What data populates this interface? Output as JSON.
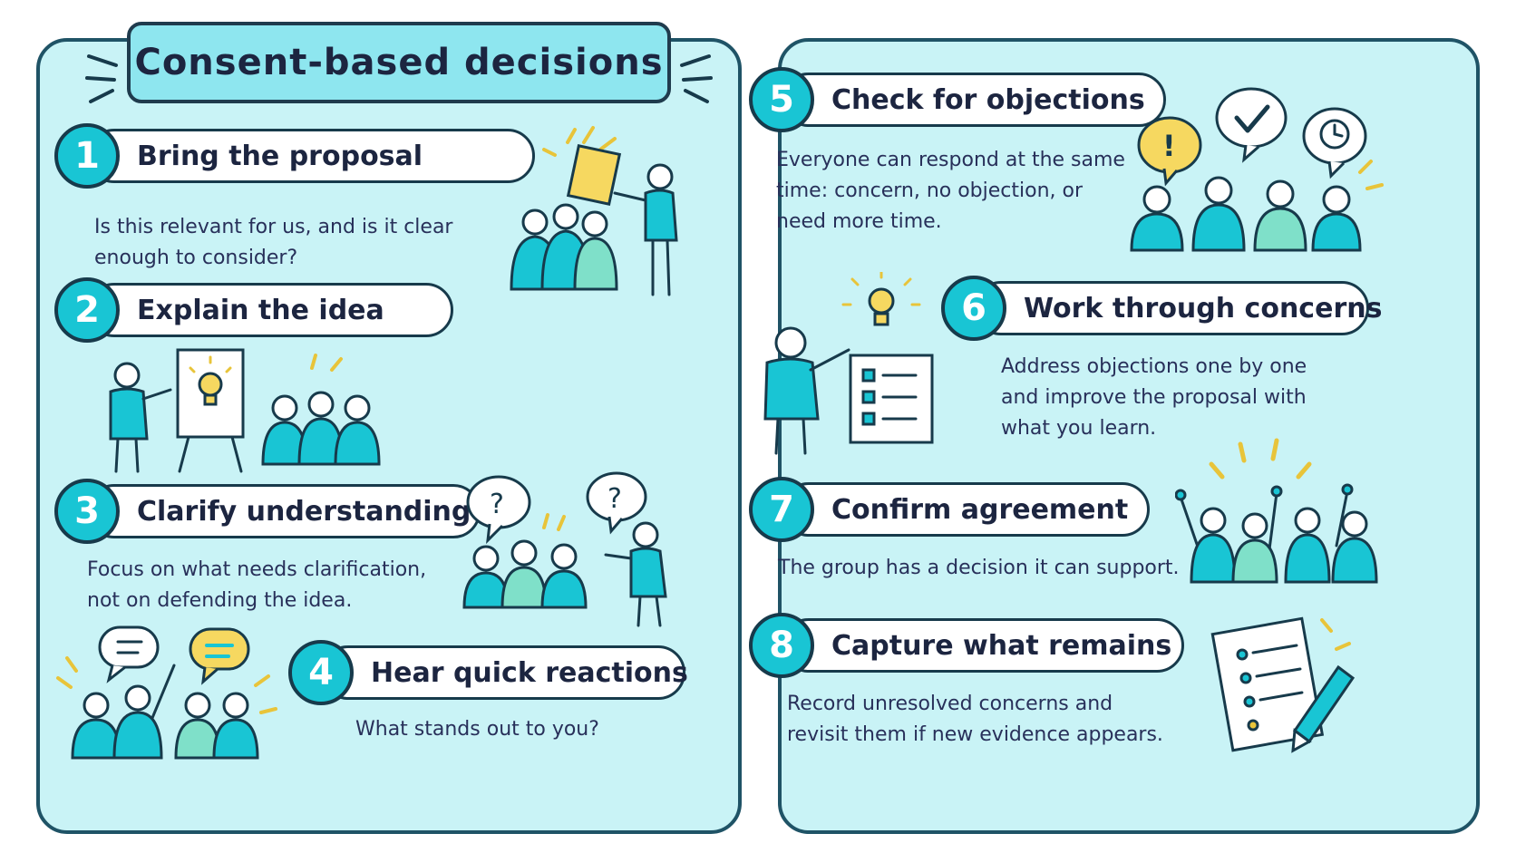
{
  "title": "Consent-based decisions",
  "steps": [
    {
      "num": "1",
      "label": "Bring the proposal",
      "desc": [
        "Is this relevant for us, and is it clear",
        "enough to consider?"
      ]
    },
    {
      "num": "2",
      "label": "Explain the idea",
      "desc": []
    },
    {
      "num": "3",
      "label": "Clarify understanding",
      "desc": [
        "Focus on what needs clarification,",
        "not on defending the idea."
      ]
    },
    {
      "num": "4",
      "label": "Hear quick reactions",
      "desc": [
        "What stands out to you?"
      ]
    },
    {
      "num": "5",
      "label": "Check for objections",
      "desc": [
        "Everyone can respond at the same",
        "time: concern, no objection, or",
        "need more time."
      ]
    },
    {
      "num": "6",
      "label": "Work through concerns",
      "desc": [
        "Address objections one by one",
        "and improve the proposal with",
        "what you learn."
      ]
    },
    {
      "num": "7",
      "label": "Confirm agreement",
      "desc": [
        "The group has a decision it can support."
      ]
    },
    {
      "num": "8",
      "label": "Capture what remains",
      "desc": [
        "Record unresolved concerns and",
        "revisit them if new evidence appears."
      ]
    }
  ],
  "speech": {
    "question": "?",
    "exclaim": "!"
  },
  "colors": {
    "teal": "#19c5d4",
    "mint": "#7fe0c9",
    "panel": "#c9f3f6",
    "yellow": "#f6d860",
    "outline": "#173a4b"
  }
}
